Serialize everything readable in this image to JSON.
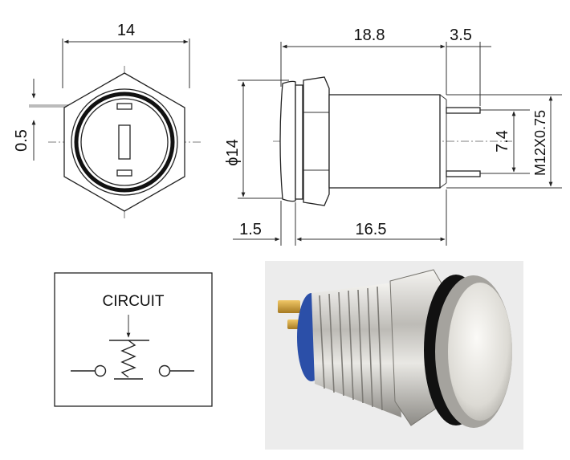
{
  "front_view": {
    "width_dim": "14",
    "offset_dim": "0.5"
  },
  "side_view": {
    "total_length_dim": "18.8",
    "terminal_length_dim": "3.5",
    "diameter_dim": "ϕ14",
    "terminal_spacing_dim": "7.4",
    "thread_dim": "M12X0.75",
    "flange_dim": "1.5",
    "body_length_dim": "16.5"
  },
  "circuit_box": {
    "title": "CIRCUIT"
  },
  "colors": {
    "line": "#222222",
    "photo_background": "#ececec",
    "nickel": "#c9c7c2",
    "o_ring": "#111111",
    "base_blue": "#2b4fa8",
    "terminal_gold": "#c89a3a"
  },
  "photo": {
    "subject": "nickel plated flat-head push button switch with black o-ring and gold solder terminals"
  }
}
